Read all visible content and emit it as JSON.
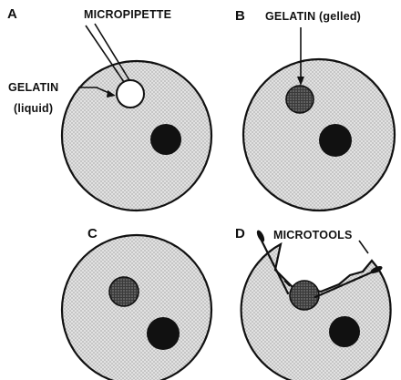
{
  "panels": {
    "a": {
      "letter": "A",
      "pipette_label": "MICROPIPETTE",
      "gelatin_label_line1": "GELATIN",
      "gelatin_label_line2": "(liquid)"
    },
    "b": {
      "letter": "B",
      "gelatin_label": "GELATIN (gelled)"
    },
    "c": {
      "letter": "C"
    },
    "d": {
      "letter": "D",
      "tools_label": "MICROTOOLS"
    }
  },
  "colors": {
    "ink": "#111111",
    "background": "#ffffff",
    "cell_fill": "#d9d9d9"
  }
}
